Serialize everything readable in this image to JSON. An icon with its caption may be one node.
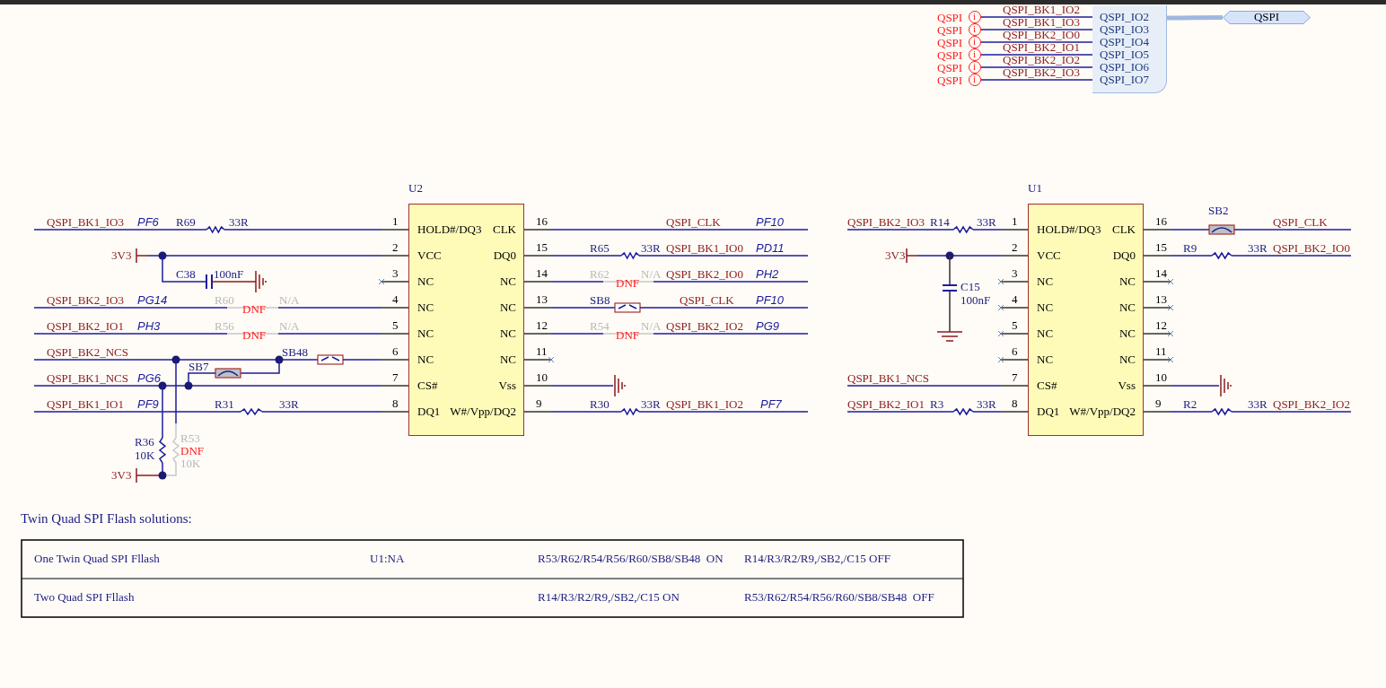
{
  "diagram": {
    "nodes": [
      {
        "text": [
          "HOLD#/DQ3",
          "CLK",
          "VCC",
          "DQ0",
          "NC",
          "NC",
          "NC",
          "NC",
          "NC",
          "NC",
          "NC",
          "NC",
          "CS#",
          "Vss",
          "DQ1",
          "W#/Vpp/DQ2"
        ],
        "beside": [
          "U2",
          "1",
          "16",
          "2",
          "15",
          "3",
          "14",
          "4",
          "13",
          "5",
          "12",
          "6",
          "11",
          "7",
          "10",
          "8",
          "9"
        ]
      },
      {
        "text": [
          "HOLD#/DQ3",
          "CLK",
          "VCC",
          "DQ0",
          "NC",
          "NC",
          "NC",
          "NC",
          "NC",
          "NC",
          "NC",
          "NC",
          "CS#",
          "Vss",
          "DQ1",
          "W#/Vpp/DQ2"
        ],
        "beside": [
          "U1",
          "1",
          "16",
          "2",
          "15",
          "3",
          "14",
          "4",
          "13",
          "5",
          "12",
          "6",
          "11",
          "7",
          "10",
          "8",
          "9"
        ]
      },
      {
        "text": [
          "QSPI_IO2",
          "QSPI_IO3",
          "QSPI_IO4",
          "QSPI_IO5",
          "QSPI_IO6",
          "QSPI_IO7"
        ]
      },
      {
        "text": [
          "QSPI"
        ]
      },
      {
        "text": [
          "i"
        ],
        "beside": [
          "QSPI"
        ]
      },
      {
        "text": [
          "i"
        ],
        "beside": [
          "QSPI"
        ]
      },
      {
        "text": [
          "i"
        ],
        "beside": [
          "QSPI"
        ]
      },
      {
        "text": [
          "i"
        ],
        "beside": [
          "QSPI"
        ]
      },
      {
        "text": [
          "i"
        ],
        "beside": [
          "QSPI"
        ]
      },
      {
        "text": [
          "i"
        ],
        "beside": [
          "QSPI"
        ]
      }
    ],
    "edges": [
      {
        "from": 2,
        "to": 3,
        "arrow": "none",
        "style": "thick",
        "color": "#9fb8e0"
      },
      {
        "from": 4,
        "to": 2,
        "arrow": "none",
        "label": "QSPI_BK1_IO2"
      },
      {
        "from": 5,
        "to": 2,
        "arrow": "none",
        "label": "QSPI_BK1_IO3"
      },
      {
        "from": 6,
        "to": 2,
        "arrow": "none",
        "label": "QSPI_BK2_IO0"
      },
      {
        "from": 7,
        "to": 2,
        "arrow": "none",
        "label": "QSPI_BK2_IO1"
      },
      {
        "from": 8,
        "to": 2,
        "arrow": "none",
        "label": "QSPI_BK2_IO2"
      },
      {
        "from": 9,
        "to": 2,
        "arrow": "none",
        "label": "QSPI_BK2_IO3"
      }
    ],
    "labels": [
      "QSPI_BK1_IO3",
      "PF6",
      "R69",
      "33R",
      "QSPI_CLK",
      "PF10",
      "QSPI_BK2_IO3",
      "R14",
      "33R",
      "SB2",
      "QSPI_CLK",
      "3V3",
      "R65",
      "33R",
      "QSPI_BK1_IO0",
      "PD11",
      "3V3",
      "R9",
      "33R",
      "QSPI_BK2_IO0",
      "C38",
      "100nF",
      "R62",
      "DNF",
      "N/A",
      "QSPI_BK2_IO0",
      "PH2",
      "C15",
      "QSPI_BK2_IO3",
      "PG14",
      "R60",
      "DNF",
      "N/A",
      "SB8",
      "QSPI_CLK",
      "PF10",
      "100nF",
      "QSPI_BK2_IO1",
      "PH3",
      "R56",
      "DNF",
      "N/A",
      "R54",
      "DNF",
      "N/A",
      "QSPI_BK2_IO2",
      "PG9",
      "QSPI_BK2_NCS",
      "SB48",
      "SB7",
      "QSPI_BK1_NCS",
      "PG6",
      "QSPI_BK1_NCS",
      "QSPI_BK1_IO1",
      "PF9",
      "R31",
      "33R",
      "R30",
      "33R",
      "QSPI_BK1_IO2",
      "PF7",
      "QSPI_BK2_IO1",
      "R3",
      "33R",
      "R2",
      "33R",
      "QSPI_BK2_IO2",
      "R36",
      "R53",
      "DNF",
      "10K",
      "10K",
      "3V3",
      "Twin Quad SPI Flash solutions:",
      "One Twin Quad SPI Fllash",
      "U1:NA",
      "R53/R62/R54/R56/R60/SB8/SB48  ON",
      "R14/R3/R2/R9,/SB2,/C15 OFF",
      "Two Quad SPI Fllash",
      "R14/R3/R2/R9,/SB2,/C15 ON",
      "R53/R62/R54/R56/R60/SB8/SB48  OFF"
    ]
  }
}
